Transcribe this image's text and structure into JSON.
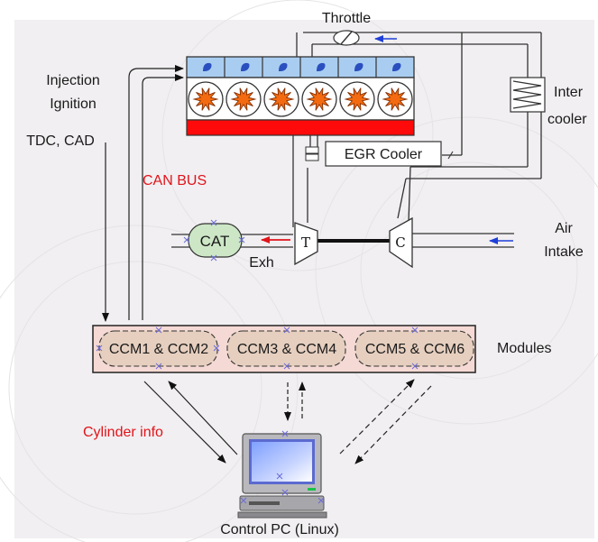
{
  "labels": {
    "throttle": "Throttle",
    "injection": "Injection",
    "ignition": "Ignition",
    "tdc_cad": "TDC, CAD",
    "inter": "Inter",
    "cooler": "cooler",
    "egr_cooler": "EGR Cooler",
    "can_bus": "CAN BUS",
    "cat": "CAT",
    "turbine": "T",
    "compressor": "C",
    "exh": "Exh",
    "air": "Air",
    "intake": "Intake",
    "modules": "Modules",
    "ccm12": "CCM1 & CCM2",
    "ccm34": "CCM3 & CCM4",
    "ccm56": "CCM5 & CCM6",
    "cylinder_info": "Cylinder info",
    "control_pc": "Control PC (Linux)"
  },
  "colors": {
    "background": "#f1eff1",
    "cylinder_head": "#a9cdf0",
    "exhaust_bar": "#ff0a0a",
    "spark_fill": "#f36a10",
    "cat_fill": "#cde7c6",
    "module_panel": "#f5d9d4",
    "module_pod": "#e6cfbf",
    "red_text": "#e0141b",
    "blue_arrow": "#1f3fd8"
  }
}
